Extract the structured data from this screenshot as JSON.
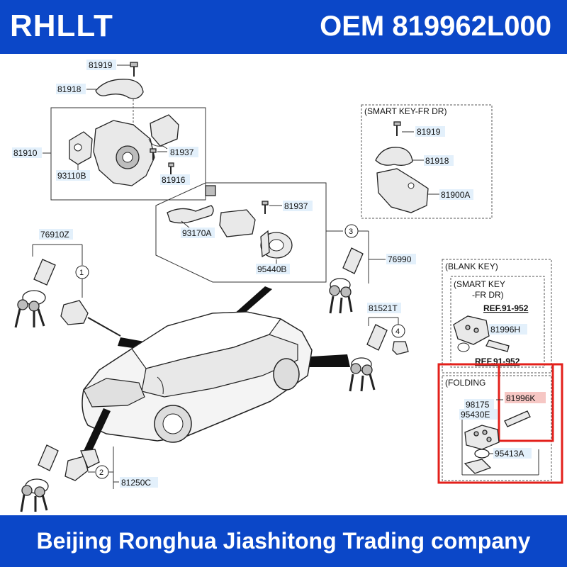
{
  "header": {
    "brand": "RHLLT",
    "oem": "OEM 819962L000"
  },
  "footer": {
    "company": "Beijing Ronghua Jiashitong Trading company"
  },
  "parts": {
    "p81919": "81919",
    "p81918": "81918",
    "p81910": "81910",
    "p81937a": "81937",
    "p93110B": "93110B",
    "p81916": "81916",
    "p81937b": "81937",
    "p93170A": "93170A",
    "p95440B": "95440B",
    "p76910Z": "76910Z",
    "p76990": "76990",
    "p81521T": "81521T",
    "p81250C": "81250C",
    "smart_title": "(SMART KEY-FR DR)",
    "s81919": "81919",
    "s81918": "81918",
    "s81900A": "81900A",
    "blank_title": "(BLANK KEY)",
    "smart_key_line1": "(SMART KEY",
    "smart_key_line2": "-FR DR)",
    "ref1": "REF.91-952",
    "p81996H": "81996H",
    "ref2": "REF.91-952",
    "folding_title": "(FOLDING",
    "p81996K": "81996K",
    "p98175": "98175",
    "p95430E": "95430E",
    "p95413A": "95413A"
  },
  "callouts": {
    "c1": "1",
    "c2": "2",
    "c3": "3",
    "c4": "4"
  },
  "colors": {
    "banner": "#0b47c8",
    "highlight": "#e3201b"
  }
}
